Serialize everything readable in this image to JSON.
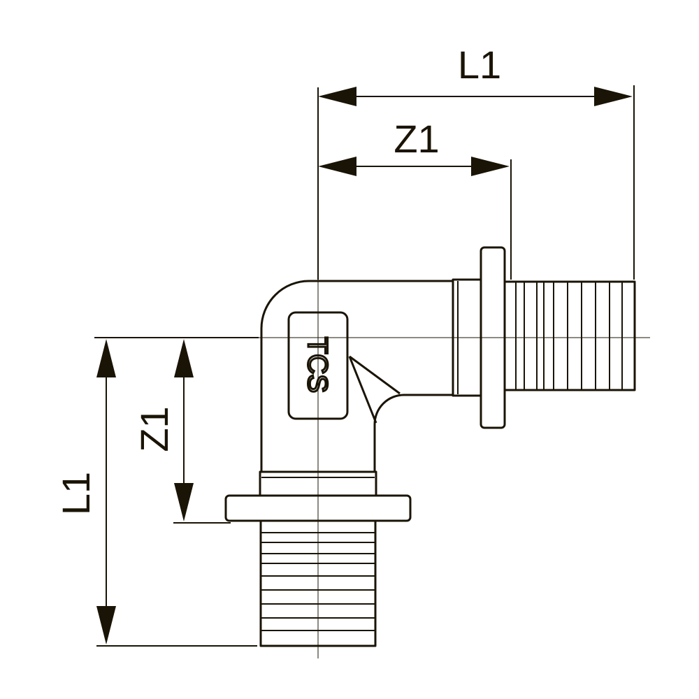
{
  "dimensions": {
    "top_total_label": "L1",
    "top_inner_label": "Z1",
    "left_total_label": "L1",
    "left_inner_label": "Z1"
  },
  "logo": {
    "text": "TCS"
  },
  "colors": {
    "line": "#1a1406",
    "background": "#ffffff"
  }
}
